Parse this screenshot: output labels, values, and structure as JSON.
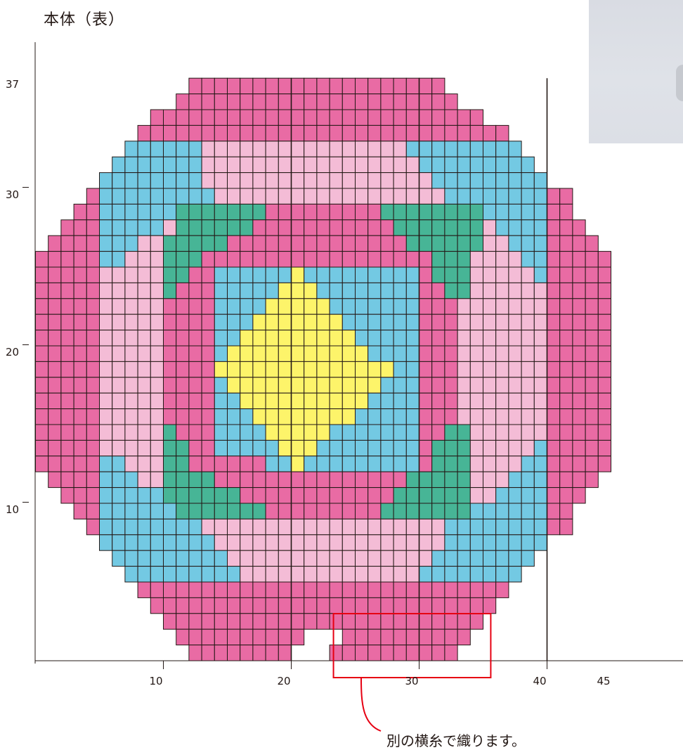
{
  "title": "本体（表）",
  "note": "別の横糸で織ります。",
  "y_ticks": [
    {
      "label": "37",
      "row": 37
    },
    {
      "label": "30",
      "row": 30
    },
    {
      "label": "20",
      "row": 20
    },
    {
      "label": "10",
      "row": 10
    }
  ],
  "x_ticks": [
    {
      "label": "10",
      "col": 10
    },
    {
      "label": "20",
      "col": 20
    },
    {
      "label": "30",
      "col": 30
    },
    {
      "label": "40",
      "col": 40
    },
    {
      "label": "45",
      "col": 45
    }
  ],
  "colors": {
    "M": "#e96ba4",
    "P": "#f4bcd6",
    "B": "#73c9e3",
    "G": "#47b596",
    "Y": "#fdf46a",
    "grid_line": "#231815",
    "highlight": "#e60012"
  },
  "color_legend": {
    "M": "deep pink",
    "P": "light pink",
    "B": "light blue",
    "G": "green",
    "Y": "yellow"
  },
  "pattern_rows_top_to_bottom": [
    "............MMMMMMMMMMMMMMMMMMMM.............",
    "...........MMMMMMMMMMMMMMMMMMMMMM............",
    ".........MMMMMMMMMMMMMMMMMMMMMMMMMM..........",
    "........MMMMMMMMMMMMMMMMMMMMMMMMMMMMM........",
    ".......BBBBBBPPPPPPPPPPPPPPPPBBBBBBBBB.......",
    "......BBBBBBBPPPPPPPPPPPPPPPPPBBBBBBBBB......",
    ".....BBBBBBBBPPPPPPPPPPPPPPPPPPBBBBBBBBB.....",
    "....MBBBBBBBBBPPPPPPPPPPPPPPPPPPBBBBBBBBMM...",
    "...MMBBBBBBGGGGGGGMMMMMMMMMGGGGGGGGBBBBBMM...",
    "..MMMBBBBBPGGGGGGMMMMMMMMMMMGGGGGGGPBBBBMMM..",
    ".MMMMBBBPPGGGGGMMMMMMMMMMMMMMGGGGGGPPBBBMMMM.",
    "MMMMMBBPPPGGGMMMMMMMMMMMMMMMMMMGGGPPPPBBMMMMM",
    "MMMMMPPPPPGGMMBBBBBBYBBBBBBBBBMGGGPPPPPBMMMMM",
    "MMMMMPPPPPGMMMBBBBBYYYBBBBBBBBMMGGPPPPPPMMMMM",
    "MMMMMPPPPPMMMMBBBBYYYYYBBBBBBBMMMPPPPPPPMMMMM",
    "MMMMMPPPPPMMMMBBBYYYYYYYBBBBBBMMMPPPPPPPMMMMM",
    "MMMMMPPPPPMMMMBBYYYYYYYYYBBBBBMMMPPPPPPPMMMMM",
    "MMMMMPPPPPMMMMBYYYYYYYYYYYBBBBMMMPPPPPPPMMMMM",
    "MMMMMPPPPPMMMMYYYYYYYYYYYYYYBBMMMPPPPPPPMMMMM",
    "MMMMMPPPPPMMMMBYYYYYYYYYYYYBBBMMMPPPPPPPMMMMM",
    "MMMMMPPPPPMMMMBBYYYYYYYYYYBBBBMMMPPPPPPPMMMMM",
    "MMMMMPPPPPMMMMBBBYYYYYYYYBBBBBMMMPPPPPPPMMMMM",
    "MMMMMPPPPPGMMMBBBBYYYYYBBBBBBBMMGGPPPPPPMMMMM",
    "MMMMMPPPPPGGMMBBBBBYYYBBBBBBBBMGGGPPPPPBMMMMM",
    "MMMMMBBPPPGGMMMMMMBBYBBBBBBBBBMGGGPPPPBBMMMMM",
    ".MMMMBBBPPGGGGMMMMMMMMMMMMMMMGGGGGPPPBBBMMMM.",
    "..MMMBBBBBGGGGGGMMMMMMMMMMMMGGGGGGPPBBBBMMM..",
    "...MMBBBBBBGGGGGGGMMMMMMMMMGGGGGGGBBBBBBMM...",
    "....MBBBBBBBBPPPPPPPPPPPPPPPPPPPBBBBBBBBMM...",
    ".....BBBBBBBBBPPPPPPPPPPPPPPPPPPBBBBBBBB.....",
    "......BBBBBBBBBPPPPPPPPPPPPPPPPBBBBBBBB......",
    ".......BBBBBBBBBPPPPPPPPPPPPPPBBBBBBBB.......",
    "........MMMMMMMMMMMMMMMMMMMMMMMMMMMMM........",
    ".........MMMMMMMMMMMMMMMMMMMMMMMMMMM.........",
    "..........MMMMMMMMMMMMMMMMMMMMMMMMM..........",
    "...........MMMMMMMMMM...MMMMMMMMMM...........",
    "............MMMMMMMM...MMMMMMMMMM............"
  ]
}
